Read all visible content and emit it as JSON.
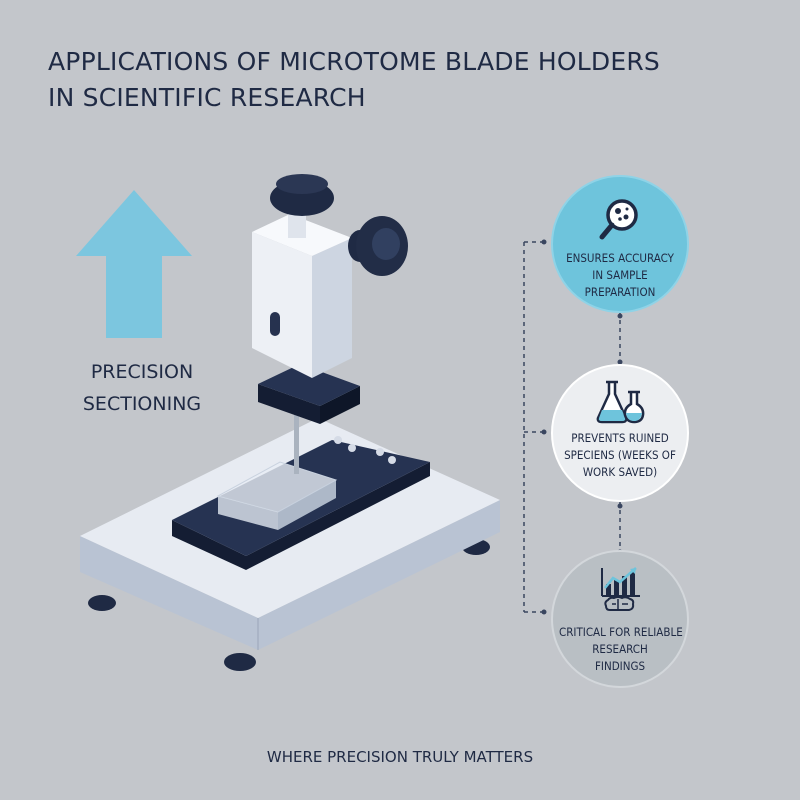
{
  "title": {
    "line1": "APPLICATIONS OF MICROTOME BLADE HOLDERS",
    "line2": "IN SCIENTIFIC RESEARCH"
  },
  "left_label": {
    "line1": "PRECISION",
    "line2": "SECTIONING"
  },
  "benefits": [
    {
      "icon": "magnifier-icon",
      "lines": [
        "ENSURES ACCURACY",
        "IN SAMPLE",
        "PREPARATION"
      ]
    },
    {
      "icon": "flasks-icon",
      "lines": [
        "PREVENTS RUINED",
        "SPECIENS (WEEKS OF",
        "WORK SAVED)"
      ]
    },
    {
      "icon": "chart-brain-icon",
      "lines": [
        "CRITICAL FOR RELIABLE",
        "RESEARCH",
        "FINDINGS"
      ]
    }
  ],
  "footer": "WHERE PRECISION TRULY MATTERS",
  "colors": {
    "background": "#c3c6cb",
    "navy": "#1f2a44",
    "accent_blue": "#7cc6df",
    "circle_teal": "#6ec4dc",
    "circle_white": "#eceef1",
    "circle_grey": "#b9bfc4"
  }
}
